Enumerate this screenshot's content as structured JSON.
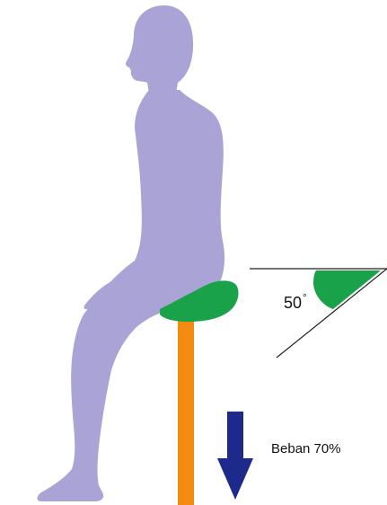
{
  "angle": {
    "value": "50",
    "unit": "°"
  },
  "load": {
    "label": "Beban 70%"
  },
  "colors": {
    "figure": "#aaa3d6",
    "seat": "#19a24a",
    "post": "#f28c11",
    "arrow": "#1d2a8c",
    "lines": "#222222"
  },
  "icons": {
    "figure": "seated-person-silhouette",
    "seat": "saddle-seat",
    "post": "stool-post",
    "arrow": "arrow-down-icon"
  }
}
